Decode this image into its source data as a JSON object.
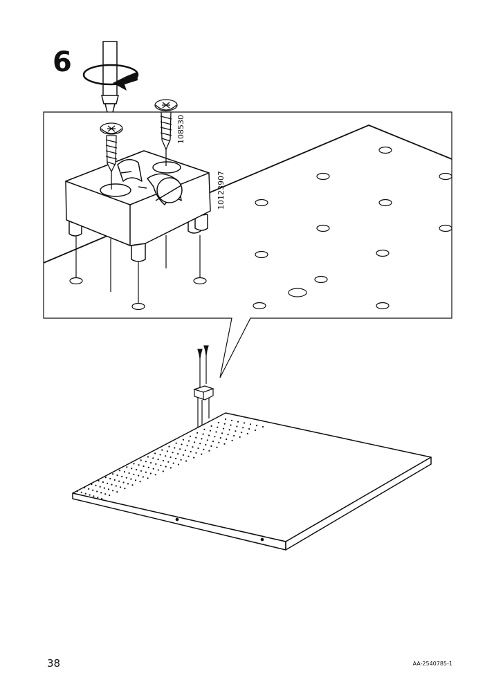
{
  "step": {
    "number": "6"
  },
  "parts": {
    "screw_label": "108530",
    "clip_label": "10123907"
  },
  "footer": {
    "page_number": "38",
    "document_code": "AA-2540785-1"
  },
  "colors": {
    "line": "#111111",
    "fill": "#ffffff",
    "block_shadow": "#e6e6e6"
  },
  "icons": {
    "tool": "screwdriver-icon",
    "rotation": "clockwise-arrow-icon"
  }
}
